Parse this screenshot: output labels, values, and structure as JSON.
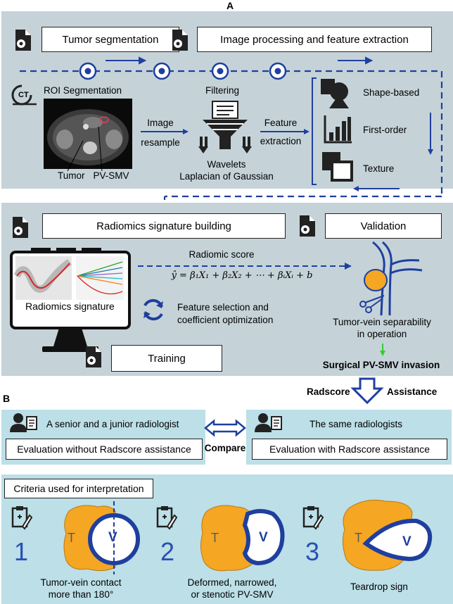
{
  "panel_a": {
    "letter": "A",
    "tumor_segmentation": "Tumor segmentation",
    "image_processing": "Image processing and feature extraction",
    "roi_segmentation": "ROI Segmentation",
    "ct_icon_text": "CT",
    "tumor_label": "Tumor",
    "pvsmv_label": "PV-SMV",
    "image_resample": [
      "Image",
      "resample"
    ],
    "filtering": "Filtering",
    "wavelets": "Wavelets",
    "log": "Laplacian of Gaussian",
    "feature_extraction": [
      "Feature",
      "extraction"
    ],
    "features": [
      "Shape-based",
      "First-order",
      "Texture"
    ],
    "radiomics_building": "Radiomics signature building",
    "validation": "Validation",
    "radiomic_score": "Radiomic score",
    "formula": "ŷ = β₁X₁ + β₂X₂ + ⋯ + βᵢXᵢ + b",
    "radiomics_signature": "Radiomics signature",
    "feature_selection": [
      "Feature selection and",
      "coefficient optimization"
    ],
    "training": "Training",
    "separability": [
      "Tumor-vein separability",
      "in operation"
    ],
    "surgical_invasion": "Surgical PV-SMV invasion",
    "radscore": "Radscore",
    "assistance": "Assistance"
  },
  "panel_b": {
    "letter": "B",
    "senior_junior": "A senior and a junior radiologist",
    "without": "Evaluation without Radscore assistance",
    "compare": "Compare",
    "same": "The same radiologists",
    "with": "Evaluation with Radscore assistance",
    "criteria_title": "Criteria used for interpretation",
    "criteria": [
      {
        "num": "1",
        "t": "T",
        "v": "V",
        "caption": [
          "Tumor-vein contact",
          "more than 180°"
        ]
      },
      {
        "num": "2",
        "t": "T",
        "v": "V",
        "caption": [
          "Deformed, narrowed,",
          "or stenotic PV-SMV"
        ]
      },
      {
        "num": "3",
        "t": "T",
        "v": "V",
        "caption": [
          "Teardrop sign"
        ]
      }
    ]
  },
  "colors": {
    "arrow_blue": "#1f3f9e",
    "tumor_orange": "#f5a623",
    "panel_gray": "#c5d3d9",
    "panel_blue": "#bcdfe8",
    "green": "#33cc33"
  }
}
